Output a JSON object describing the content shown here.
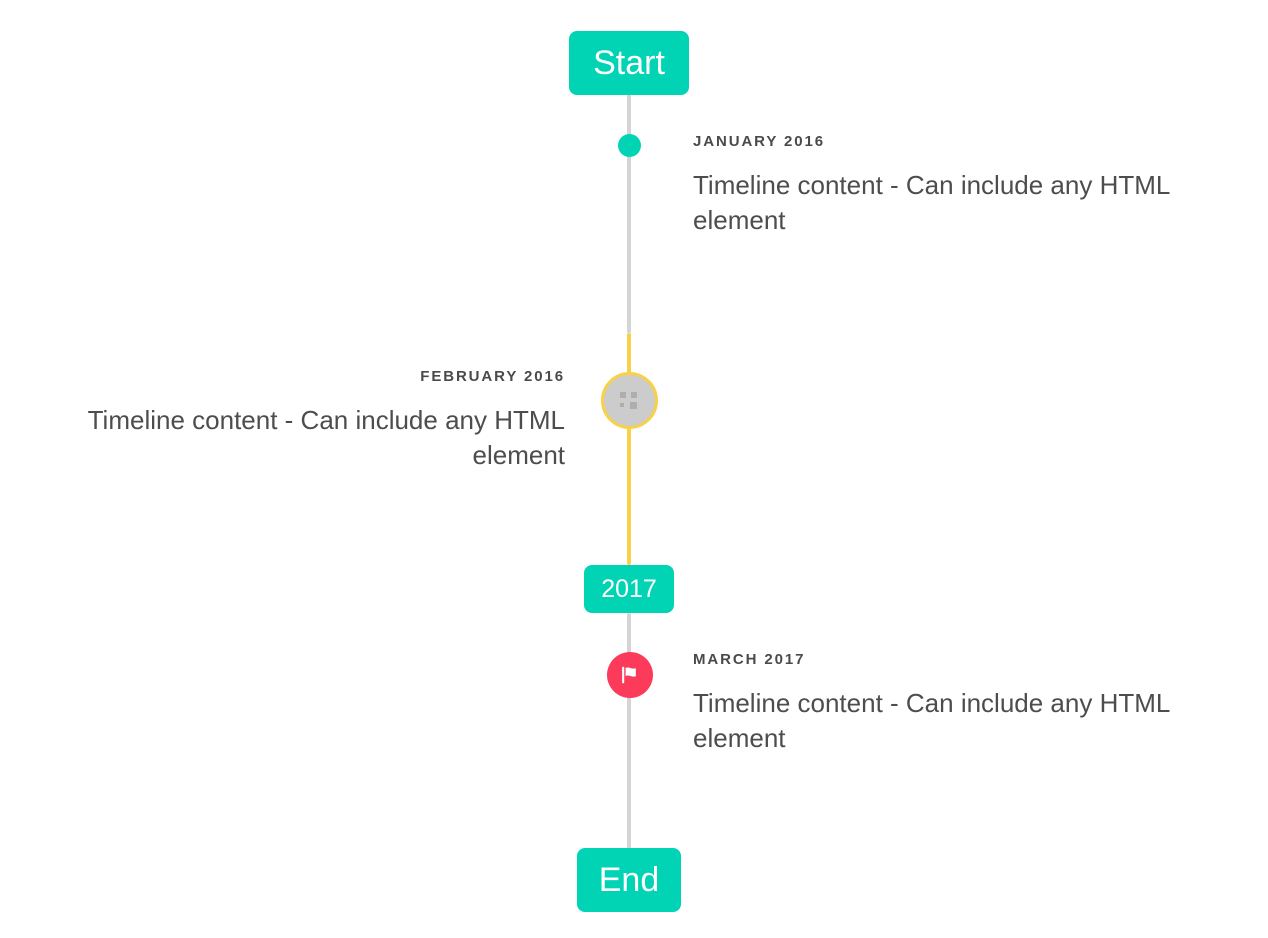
{
  "timeline": {
    "start_label": "Start",
    "end_label": "End",
    "year_divider_label": "2017",
    "colors": {
      "accent_teal": "#00d4b4",
      "rail_gray": "#d4d4d4",
      "rail_yellow": "#f7d147",
      "marker_flag_pink": "#fb3b59",
      "marker_image_fill": "#cccccc",
      "text": "#4d4d4d"
    },
    "entries": [
      {
        "heading": "JANUARY 2016",
        "body": "Timeline content - Can include any HTML element",
        "side": "right",
        "marker": "dot-icon"
      },
      {
        "heading": "FEBRUARY 2016",
        "body": "Timeline content - Can include any HTML element",
        "side": "left",
        "marker": "broken-image-icon"
      },
      {
        "heading": "MARCH 2017",
        "body": "Timeline content - Can include any HTML element",
        "side": "right",
        "marker": "flag-icon"
      }
    ]
  }
}
